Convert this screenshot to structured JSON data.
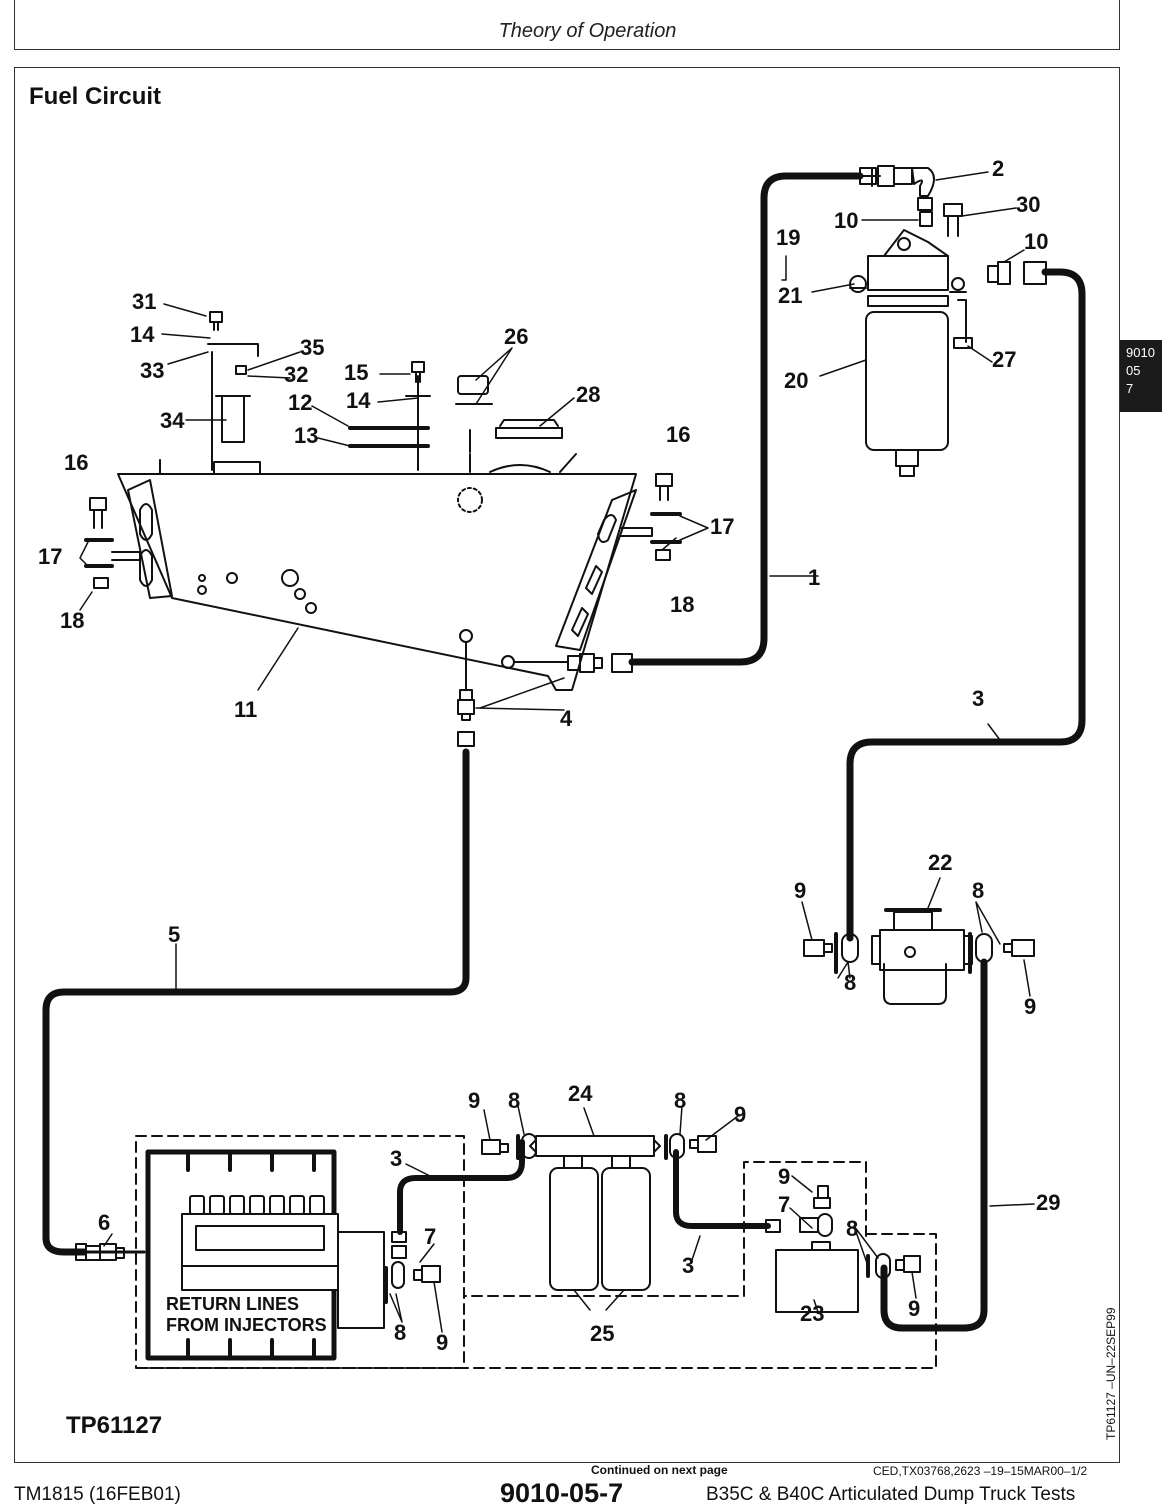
{
  "header": {
    "title": "Theory of Operation"
  },
  "section": {
    "title": "Fuel Circuit"
  },
  "side_tab": {
    "line1": "9010",
    "line2": "05",
    "line3": "7"
  },
  "figure": {
    "id": "TP61127",
    "vertical_code": "TP61127   –UN–22SEP99",
    "inside_label_line1": "RETURN LINES",
    "inside_label_line2": "FROM INJECTORS",
    "callouts": [
      "1",
      "2",
      "3",
      "4",
      "5",
      "6",
      "7",
      "8",
      "9",
      "10",
      "11",
      "12",
      "13",
      "14",
      "15",
      "16",
      "17",
      "18",
      "19",
      "20",
      "21",
      "22",
      "23",
      "24",
      "25",
      "26",
      "27",
      "28",
      "29",
      "30",
      "31",
      "32",
      "33",
      "34",
      "35"
    ]
  },
  "footer": {
    "continued": "Continued on next page",
    "ced_code": "CED,TX03768,2623   –19–15MAR00–1/2",
    "manual": "TM1815 (16FEB01)",
    "page_number": "9010-05-7",
    "book_title": "B35C & B40C Articulated Dump Truck Tests"
  }
}
